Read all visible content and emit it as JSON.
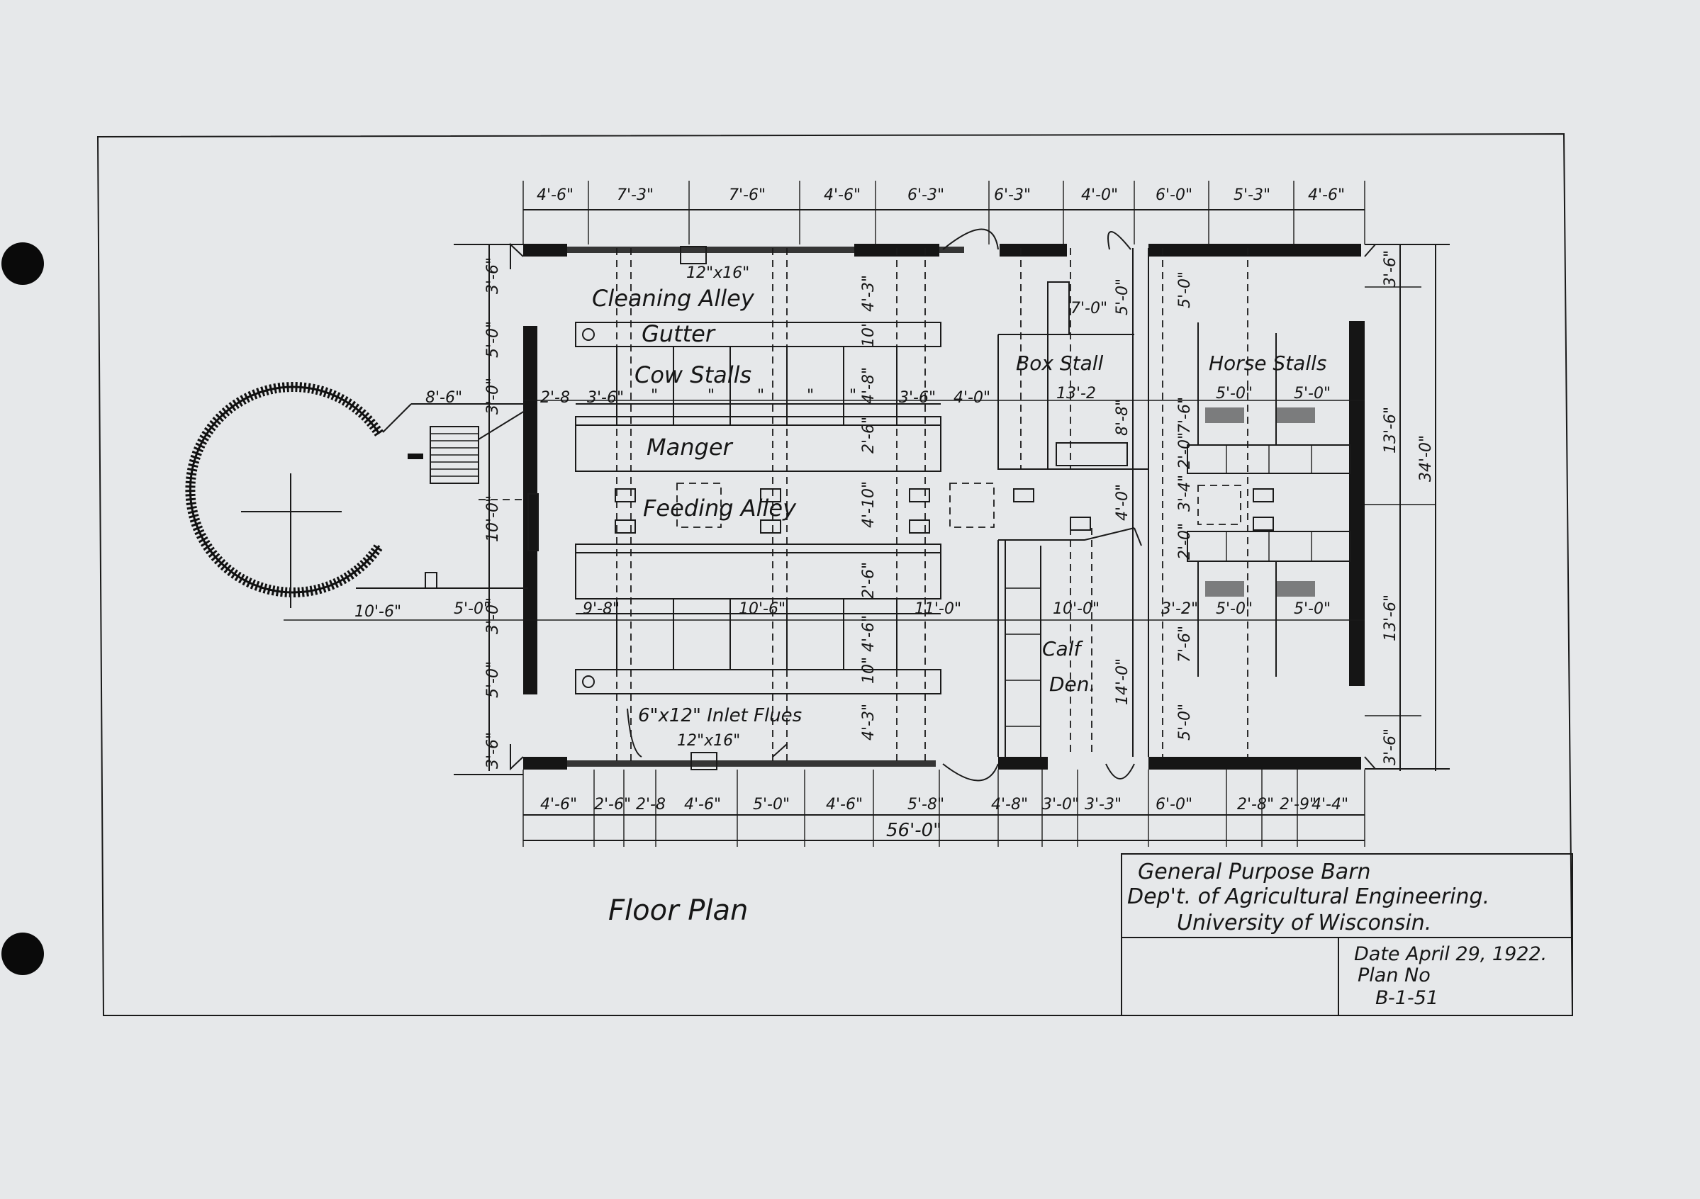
{
  "sheet_title": "Floor Plan",
  "title_block": {
    "line1": "General Purpose Barn",
    "line2": "Dep't. of Agricultural Engineering.",
    "line3": "University of Wisconsin.",
    "date": "Date April 29, 1922.",
    "plan_label": "Plan No",
    "plan_number": "B-1-51"
  },
  "rooms": {
    "cleaning_alley": "Cleaning Alley",
    "gutter": "Gutter",
    "cow_stalls": "Cow Stalls",
    "manger": "Manger",
    "feeding_alley": "Feeding Alley",
    "box_stall": "Box Stall",
    "box_stall_size": "13'-2",
    "horse_stalls": "Horse Stalls",
    "calf_den_1": "Calf",
    "calf_den_2": "Den.",
    "inlet_flues": "6\"x12\" Inlet Flues",
    "flue_top": "12\"x16\"",
    "flue_bottom": "12\"x16\""
  },
  "dims": {
    "top": [
      "4'-6\"",
      "7'-3\"",
      "7'-6\"",
      "4'-6\"",
      "6'-3\"",
      "6'-3\"",
      "4'-0\"",
      "6'-0\"",
      "5'-3\"",
      "4'-6\""
    ],
    "bottom": [
      "4'-6\"",
      "2'-6\"",
      "2'-8",
      "4'-6\"",
      "5'-0\"",
      "4'-6\"",
      "5'-8\"",
      "4'-8\"",
      "3'-0\"",
      "3'-3\"",
      "6'-0\"",
      "2'-8\"",
      "2'-9\"",
      "4'-4\""
    ],
    "overall": "56'-0\"",
    "left": [
      "3'-6\"",
      "5'-0\"",
      "3'-0\"",
      "10'-0\"",
      "3'-0\"",
      "5'-0\"",
      "3'-6\""
    ],
    "right": [
      "3'-6\"",
      "13'-6\"",
      "13'-6\"",
      "3'-6\""
    ],
    "right_overall": "34'-0\"",
    "silo_a": "8'-6\"",
    "silo_b": "10'-6\"",
    "silo_c": "5'-0\"",
    "row_mid_1": "9'-8\"",
    "row_mid_2": "10'-6\"",
    "row_mid_3": "11'-0\"",
    "row_mid_4": "10'-0\"",
    "row_mid_5": "3'-2\"",
    "stall_a": "2'-8",
    "stall_b": "3'-6\"",
    "stall_c": "3'-6\"",
    "stall_d": "4'-0\"",
    "box_top": "7'-0\"",
    "box_side": "5'-0\"",
    "box_v": "8'-8\"",
    "calf_v": "4'-0\"",
    "calf_h": "14'-0\"",
    "horse_a": "5'-0\"",
    "horse_b": "5'-0\"",
    "horse_c": "5'-0\"",
    "horse_d": "5'-0\"",
    "v_4_3a": "4'-3\"",
    "v_4_3b": "4'-3\"",
    "v_4_8": "4'-8\"",
    "v_4_10": "4'-10\"",
    "v_4_6": "4'-6\"",
    "v_2_6a": "2'-6\"",
    "v_2_6b": "2'-6\"",
    "v_10a": "10\"",
    "v_10b": "10\"",
    "h_7_6a": "7'-6\"",
    "h_7_6b": "7'-6\"",
    "h_2_0a": "2'-0\"",
    "h_2_0b": "2'-0\"",
    "h_3_4": "3'-4\"",
    "h_5_0a": "5'-0\"",
    "h_5_0b": "5'-0\"",
    "ditto": "\""
  }
}
